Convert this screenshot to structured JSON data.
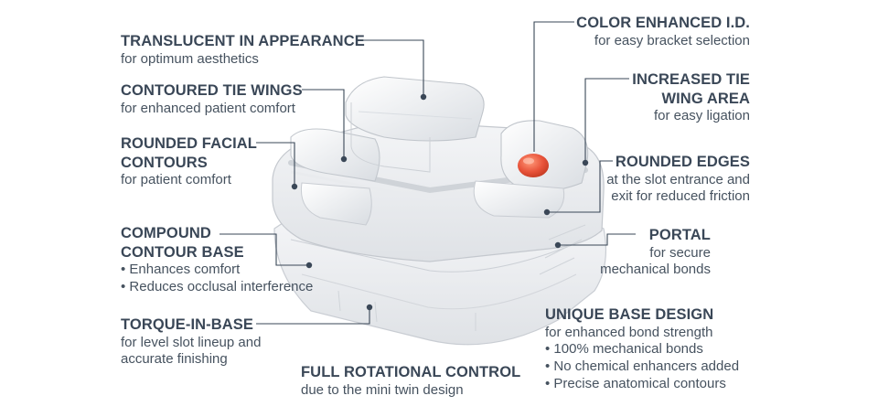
{
  "callouts": {
    "translucent": {
      "title": "TRANSLUCENT IN APPEARANCE",
      "desc": "for optimum aesthetics"
    },
    "tie_wings": {
      "title": "CONTOURED TIE WINGS",
      "desc": "for enhanced patient comfort"
    },
    "facial": {
      "title_1": "ROUNDED FACIAL",
      "title_2": "CONTOURS",
      "desc": "for patient comfort"
    },
    "compound": {
      "title_1": "COMPOUND",
      "title_2": "CONTOUR BASE",
      "bullets": [
        "Enhances comfort",
        "Reduces occlusal interference"
      ]
    },
    "torque": {
      "title": "TORQUE-IN-BASE",
      "desc_1": "for level slot lineup and",
      "desc_2": "accurate finishing"
    },
    "rotational": {
      "title": "FULL ROTATIONAL CONTROL",
      "desc": "due to the mini twin design"
    },
    "color_id": {
      "title": "COLOR ENHANCED I.D.",
      "desc": "for easy bracket selection"
    },
    "tie_area": {
      "title_1": "INCREASED TIE",
      "title_2": "WING AREA",
      "desc": "for easy ligation"
    },
    "edges": {
      "title": "ROUNDED EDGES",
      "desc_1": "at the slot entrance and",
      "desc_2": "exit for reduced friction"
    },
    "portal": {
      "title": "PORTAL",
      "desc_1": "for secure",
      "desc_2": "mechanical bonds"
    },
    "base_design": {
      "title": "UNIQUE BASE DESIGN",
      "desc": "for enhanced bond strength",
      "bullets": [
        "100% mechanical bonds",
        "No chemical enhancers added",
        "Precise anatomical contours"
      ]
    }
  },
  "colors": {
    "id_dot": "#e8533a",
    "text": "#3a4757"
  },
  "icons": {
    "bracket": "ceramic-bracket-illustration",
    "marker": "color-id-dot"
  }
}
